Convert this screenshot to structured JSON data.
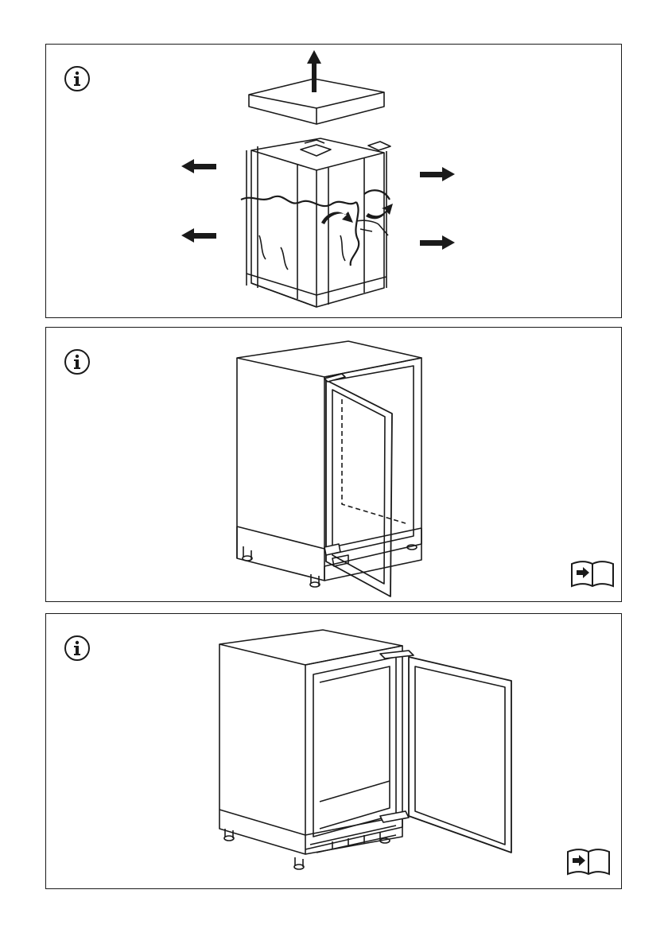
{
  "panels": [
    {
      "id": "unpacking",
      "icon": "info-icon",
      "extra_icon": null
    },
    {
      "id": "open-door-left-hinged",
      "icon": "info-icon",
      "extra_icon": "read-manual-icon"
    },
    {
      "id": "open-door-wide",
      "icon": "info-icon",
      "extra_icon": "read-manual-icon"
    }
  ],
  "colors": {
    "ink": "#1a1a1a",
    "paper": "#ffffff"
  }
}
